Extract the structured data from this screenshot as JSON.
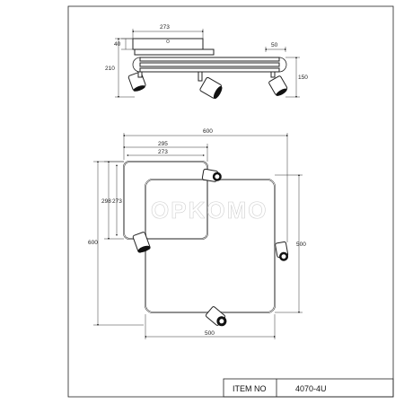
{
  "drawing": {
    "side_view": {
      "dims": {
        "width_273": "273",
        "dim_40": "40",
        "dim_50": "50",
        "height_210": "210",
        "height_150": "150"
      }
    },
    "top_view": {
      "dims": {
        "width_600": "600",
        "width_295": "295",
        "width_273": "273",
        "height_298": "298",
        "height_273": "273",
        "height_600": "600",
        "height_500": "500",
        "width_500": "500"
      }
    },
    "watermark": "OPKOMO"
  },
  "title_block": {
    "label": "ITEM NO",
    "value": "4070-4U"
  }
}
